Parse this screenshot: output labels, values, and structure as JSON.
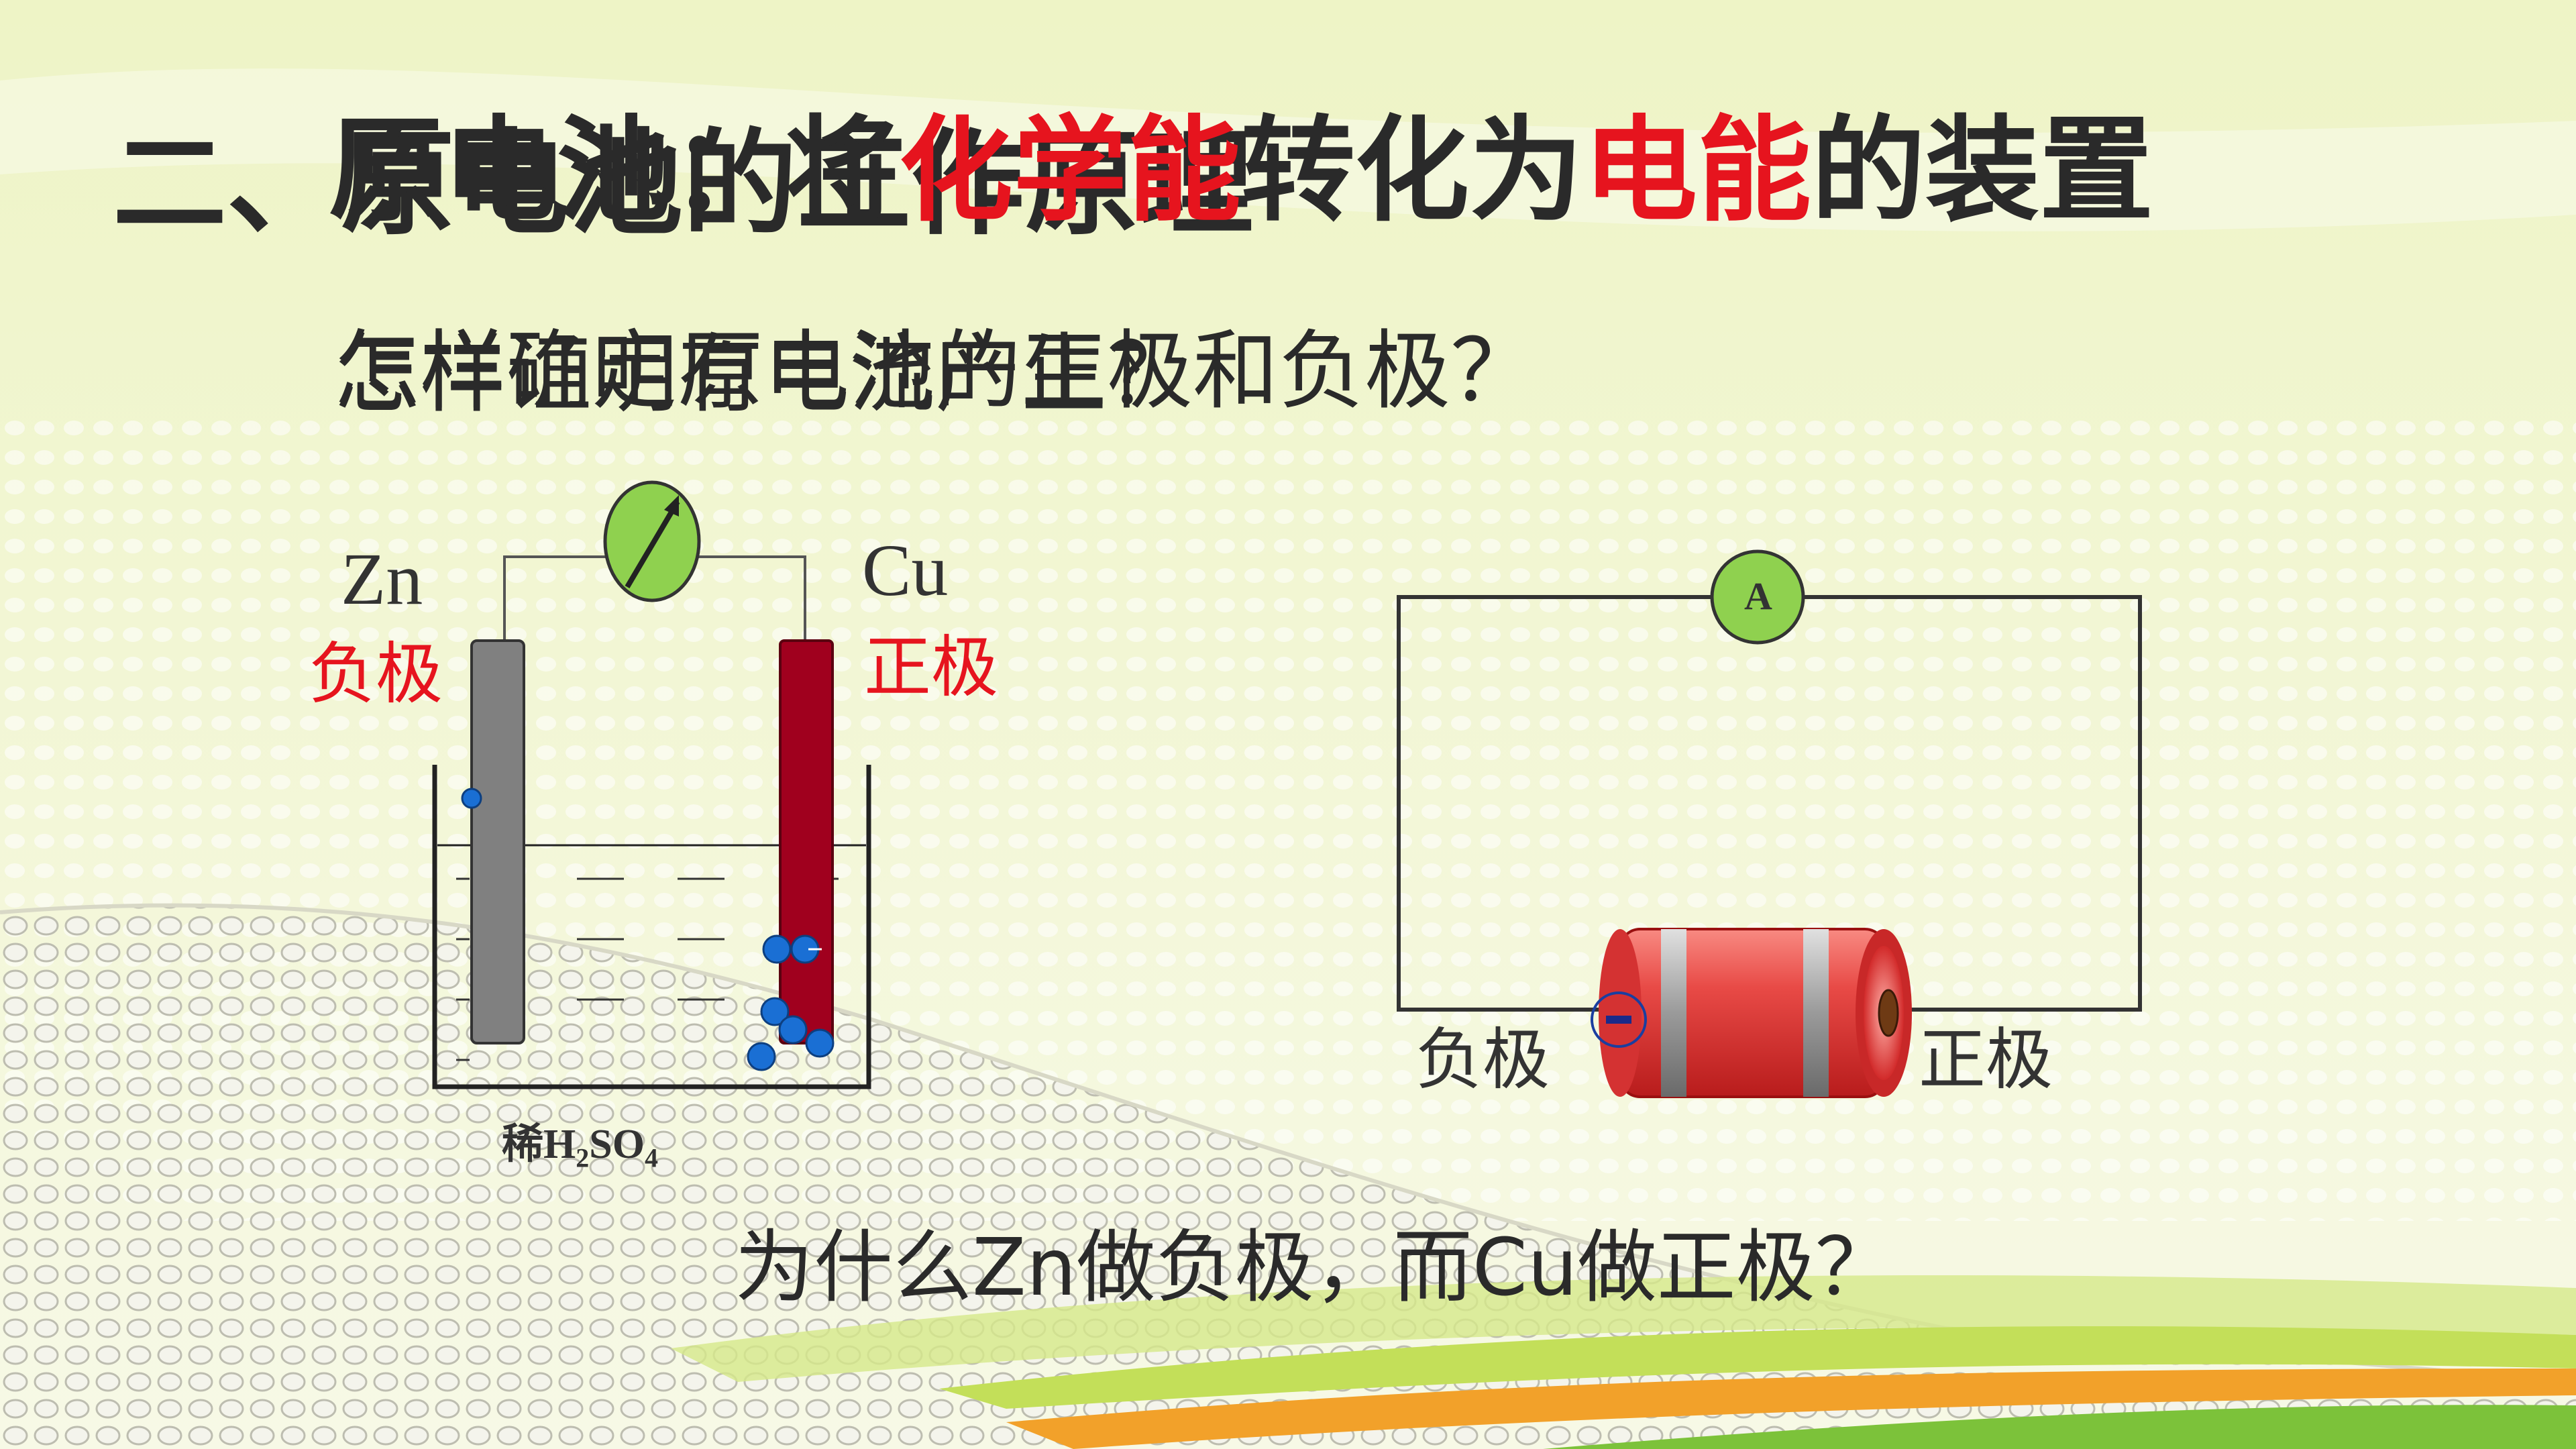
{
  "slide": {
    "title_layer_1": {
      "part_a": "二、原电池的工作原理"
    },
    "title_layer_2": {
      "part_a": "原电池：将",
      "part_b": "化学能",
      "part_c": "转化为",
      "part_d": "电能",
      "part_e": "的装置"
    },
    "question_layer_1": "怎样确定原电池的正极和负极？",
    "question_layer_2": "怎样证明有电流产生？",
    "bottom_question": "为什么Zn做负极，而Cu做正极？"
  },
  "cell_diagram": {
    "zn_label": "Zn",
    "cu_label": "Cu",
    "zn_role": "负极",
    "cu_role": "正极",
    "electrolyte": {
      "prefix": "稀",
      "h": "H",
      "sub2": "2",
      "so": "SO",
      "sub4": "4"
    }
  },
  "circuit_diagram": {
    "ammeter_label": "A",
    "negative_label": "负极",
    "positive_label": "正极",
    "minus_sign": "-"
  },
  "colors": {
    "red_text": "#e6141e",
    "zinc_rod": "#808080",
    "copper_rod": "#a0001e",
    "bubble": "#1a6fd4",
    "meter": "#8fd14f",
    "battery": "#e53c3c"
  }
}
